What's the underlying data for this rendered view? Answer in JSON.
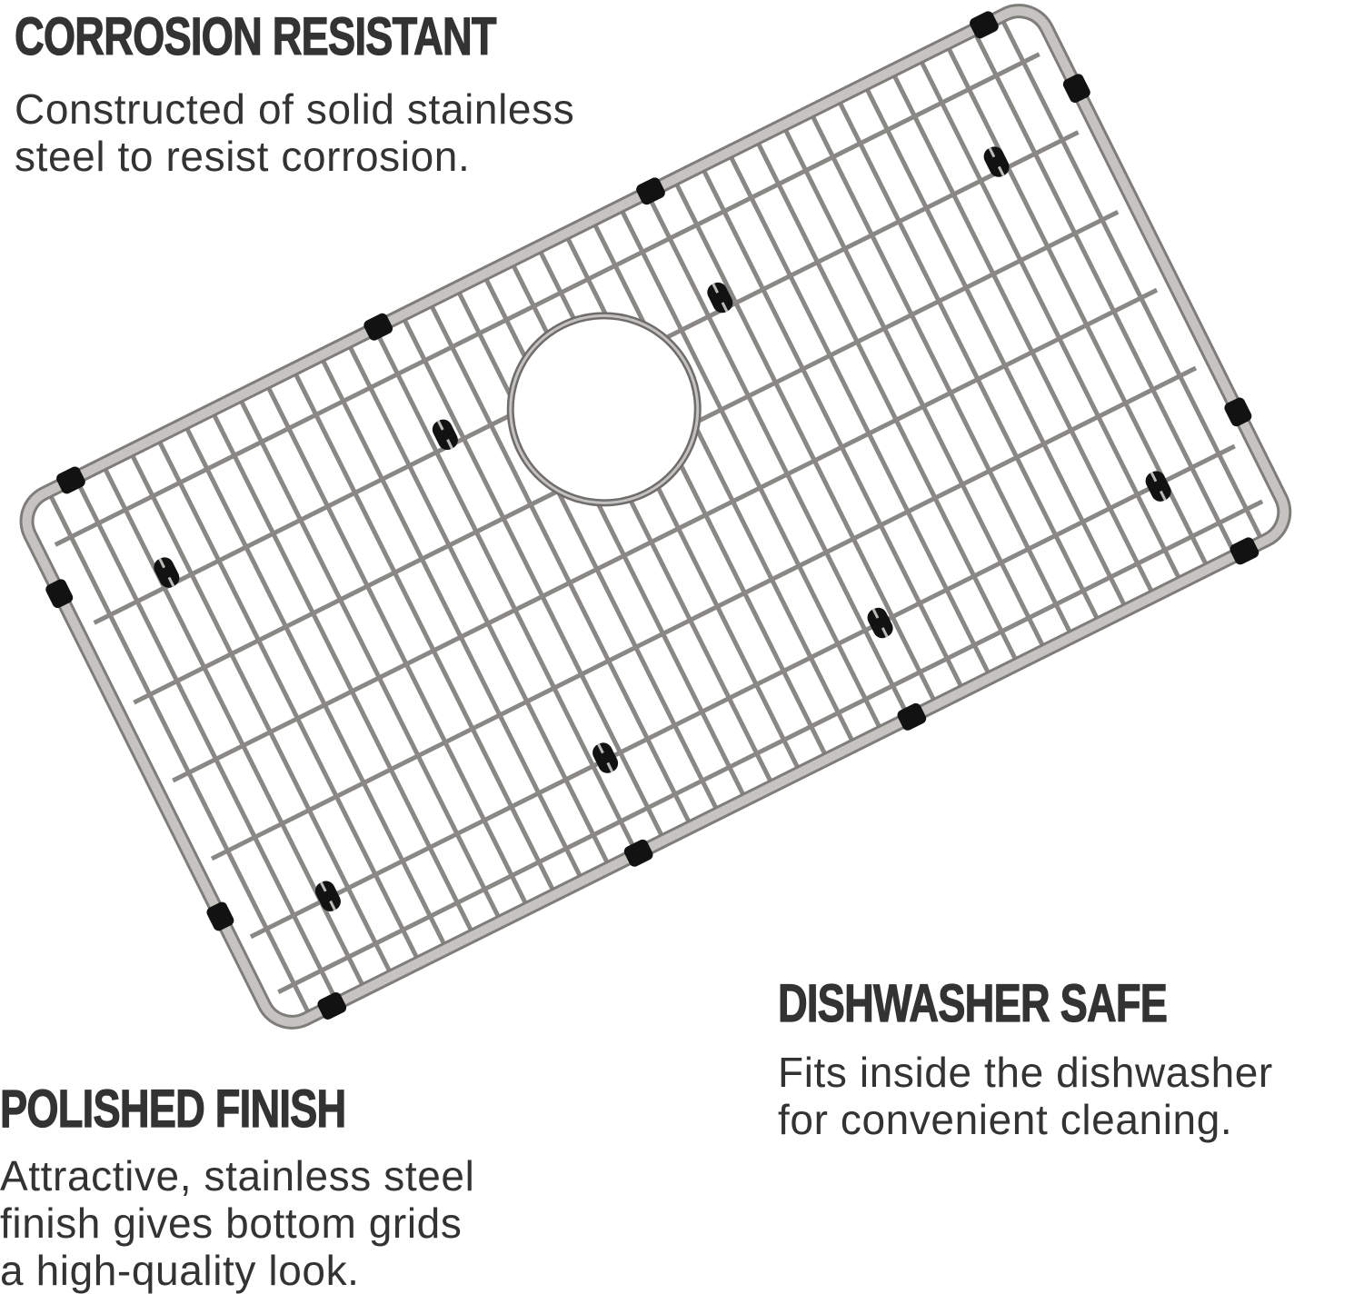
{
  "features": [
    {
      "id": "corrosion",
      "title": "CORROSION RESISTANT",
      "lines": [
        "Constructed of solid stainless",
        "steel to resist corrosion."
      ]
    },
    {
      "id": "dishwasher",
      "title": "DISHWASHER SAFE",
      "lines": [
        "Fits inside the dishwasher",
        "for convenient cleaning."
      ]
    },
    {
      "id": "polished",
      "title": "POLISHED FINISH",
      "lines": [
        "Attractive, stainless steel",
        "finish gives bottom grids",
        "a high-quality look."
      ]
    }
  ],
  "product": {
    "name": "sink-bottom-grid",
    "rotation_deg": -26.5,
    "frame_color": "#b9b7b3",
    "wire_color": "#8c8a87",
    "bumper_color": "#111111",
    "text_color": "#333333"
  }
}
